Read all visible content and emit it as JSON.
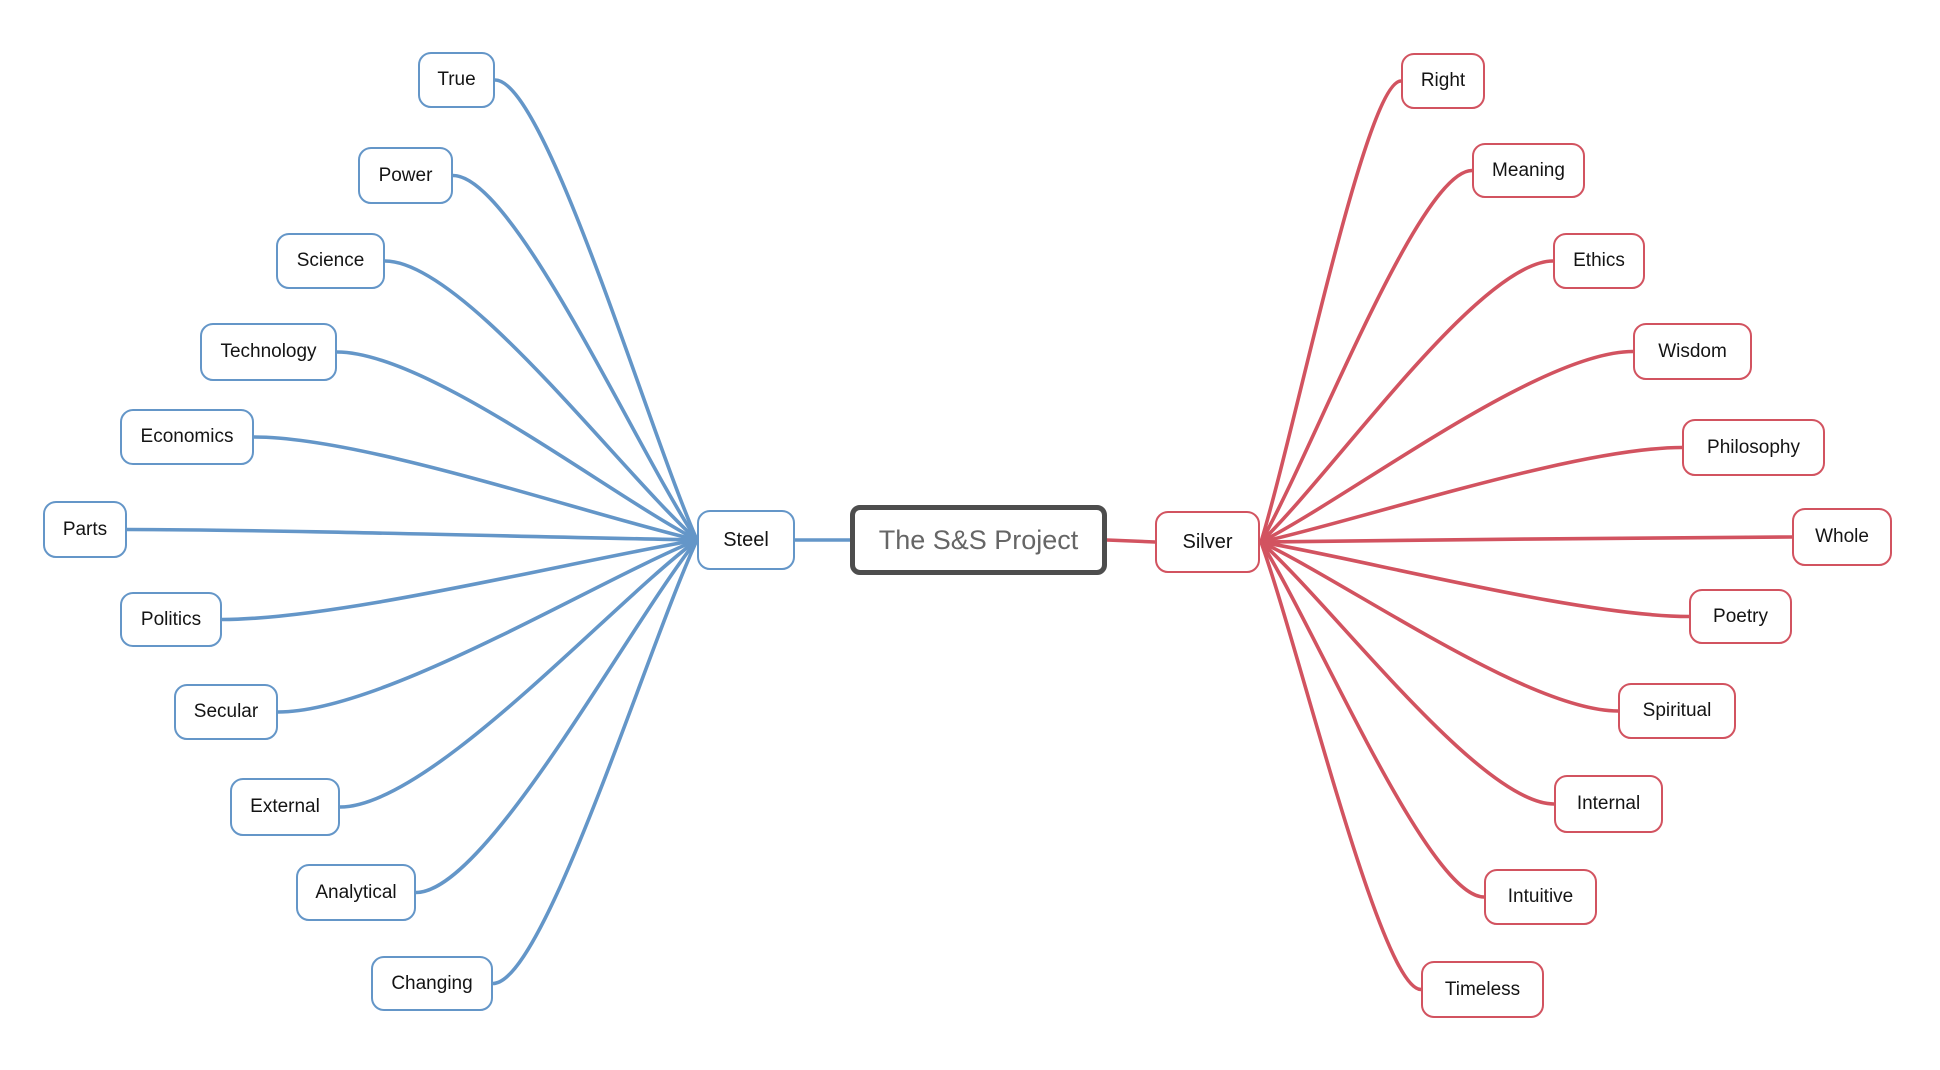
{
  "center": {
    "label": "The S&S Project"
  },
  "branches": [
    {
      "label": "Steel",
      "side": "left",
      "color": "#6496c8",
      "children": [
        "True",
        "Power",
        "Science",
        "Technology",
        "Economics",
        "Parts",
        "Politics",
        "Secular",
        "External",
        "Analytical",
        "Changing"
      ]
    },
    {
      "label": "Silver",
      "side": "right",
      "color": "#d25360",
      "children": [
        "Right",
        "Meaning",
        "Ethics",
        "Wisdom",
        "Philosophy",
        "Whole",
        "Poetry",
        "Spiritual",
        "Internal",
        "Intuitive",
        "Timeless"
      ]
    }
  ],
  "colors": {
    "steel_branch": "#6496c8",
    "silver_branch": "#d25360",
    "center_border": "#4d4d4d",
    "center_text": "#666666",
    "node_text": "#141414",
    "background": "#ffffff"
  }
}
